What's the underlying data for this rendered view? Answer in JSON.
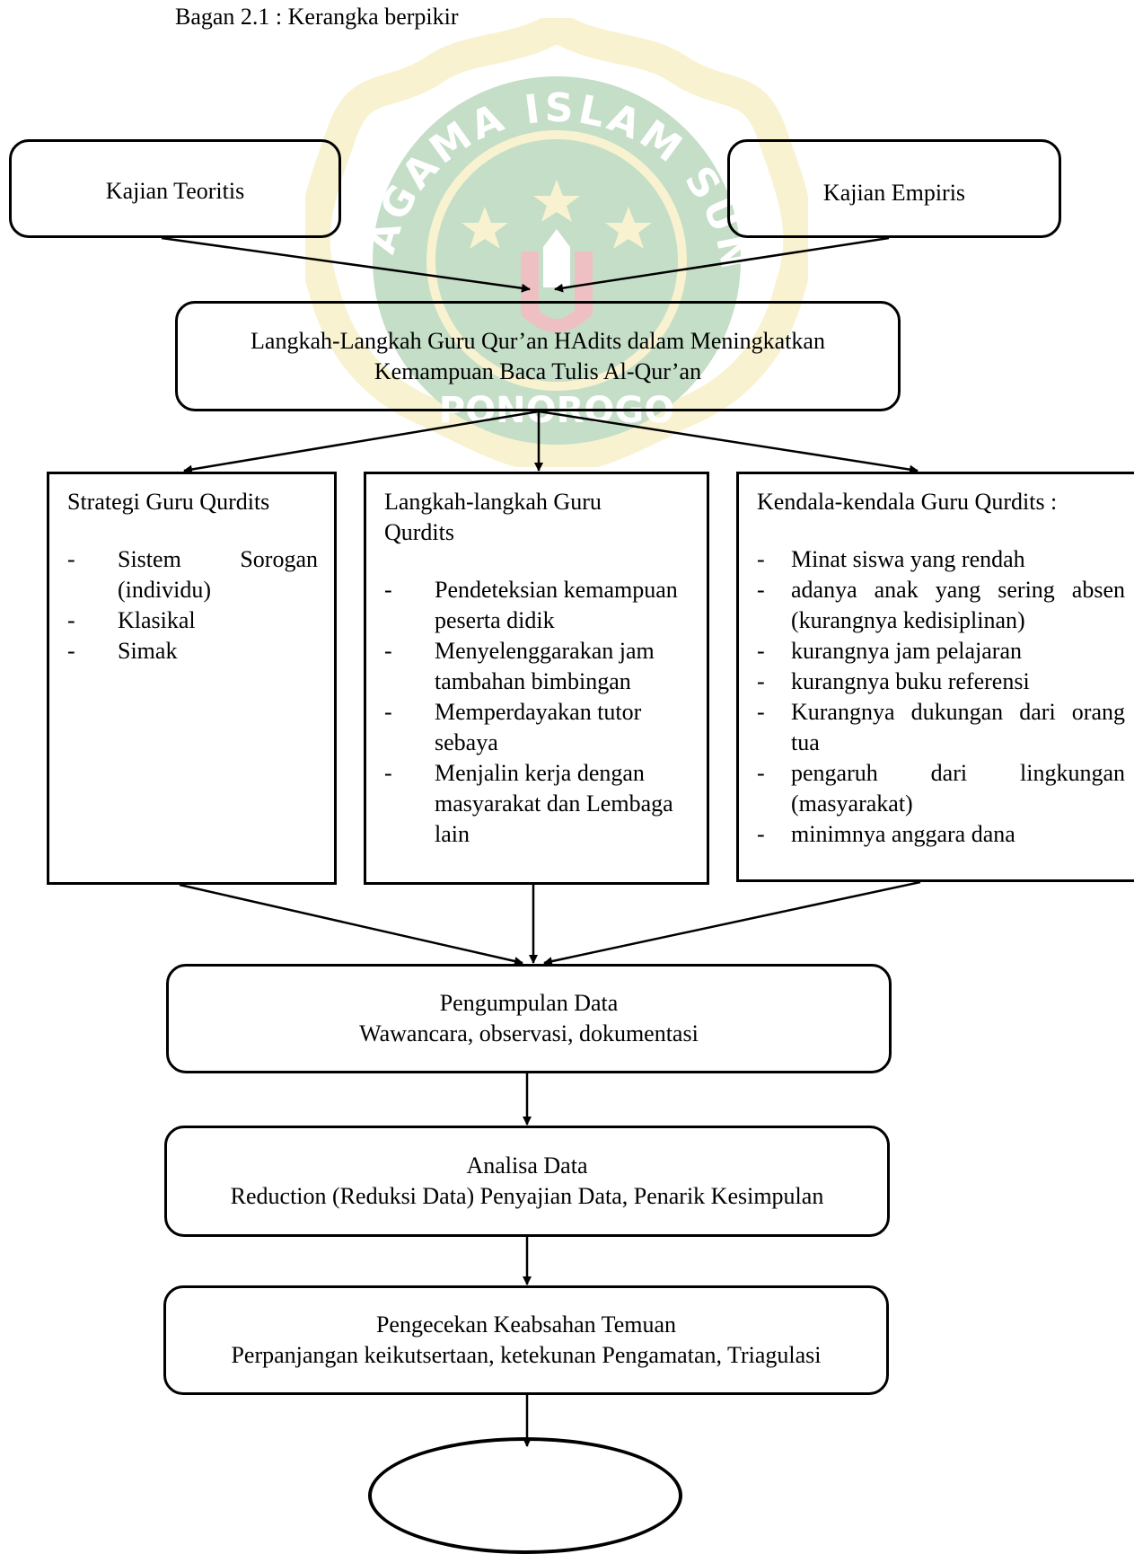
{
  "caption": "Bagan 2.1 : Kerangka berpikir",
  "watermark": {
    "arc_text": "ISTITUT AGAMA ISLAM SUNAN GIRI",
    "bottom_text": "PONOROGO",
    "green": "#2e8b3a",
    "yellow": "#e8d35a",
    "red": "#c8202a"
  },
  "top_left": "Kajian Teoritis",
  "top_right": "Kajian Empiris",
  "main": {
    "line1": "Langkah-Langkah Guru Qur’an HAdits dalam Meningkatkan",
    "line2": "Kemampuan Baca Tulis Al-Qur’an"
  },
  "col1": {
    "title": "Strategi Guru Qurdits",
    "items": [
      "Sistem Sorogan (individu)",
      "Klasikal",
      "Simak"
    ]
  },
  "col2": {
    "title": "Langkah-langkah Guru Qurdits",
    "items": [
      "Pendeteksian kemampuan peserta didik",
      "Menyelenggarakan jam tambahan bimbingan",
      "Memperdayakan tutor sebaya",
      "Menjalin kerja dengan masyarakat dan Lembaga lain"
    ]
  },
  "col3": {
    "title": "Kendala-kendala Guru Qurdits :",
    "items": [
      "Minat siswa yang rendah",
      "adanya anak yang sering absen (kurangnya kedisiplinan)",
      "kurangnya jam pelajaran",
      "kurangnya buku referensi",
      "Kurangnya dukungan dari orang tua",
      "pengaruh dari lingkungan (masyarakat)",
      "minimnya anggara dana"
    ]
  },
  "step1": {
    "title": "Pengumpulan Data",
    "detail": "Wawancara, observasi, dokumentasi"
  },
  "step2": {
    "title": "Analisa Data",
    "detail": "Reduction (Reduksi Data) Penyajian Data, Penarik Kesimpulan"
  },
  "step3": {
    "title": "Pengecekan Keabsahan Temuan",
    "detail": "Perpanjangan keikutsertaan, ketekunan Pengamatan, Triagulasi"
  }
}
